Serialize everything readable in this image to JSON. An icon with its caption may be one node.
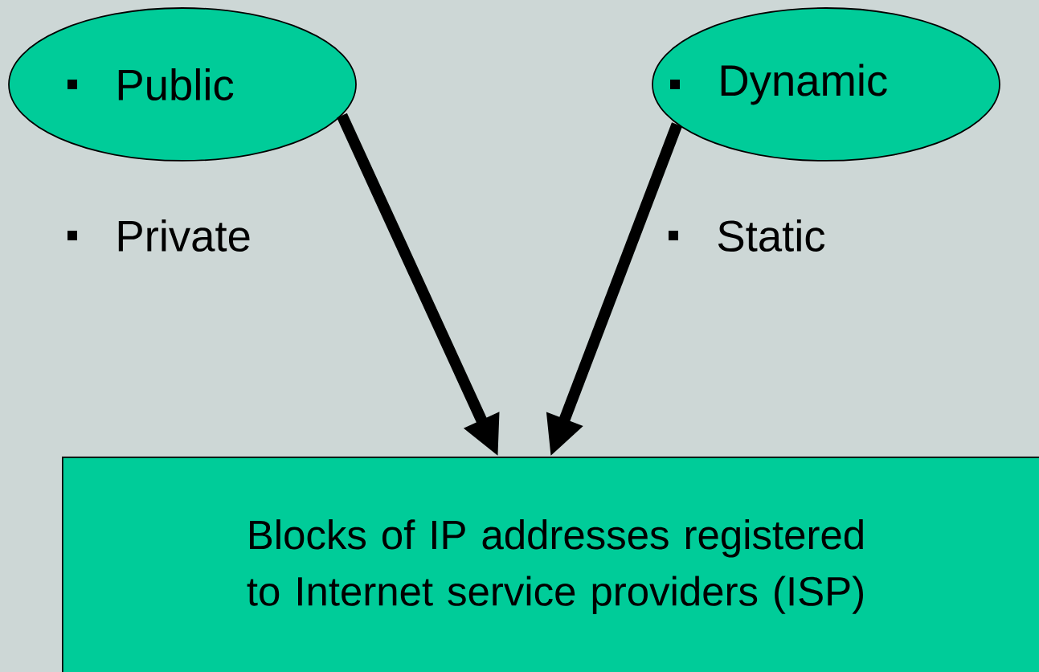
{
  "diagram": {
    "nodes": [
      {
        "text": [
          "Public"
        ]
      },
      {
        "text": [
          "Dynamic"
        ]
      },
      {
        "text": [
          "Blocks of IP addresses registered to Internet service providers (ISP)"
        ]
      }
    ],
    "edges": [
      {
        "from": 0,
        "to": 2,
        "arrow": "to"
      },
      {
        "from": 1,
        "to": 2,
        "arrow": "to"
      }
    ],
    "labels": [
      "Private",
      "Static"
    ]
  }
}
